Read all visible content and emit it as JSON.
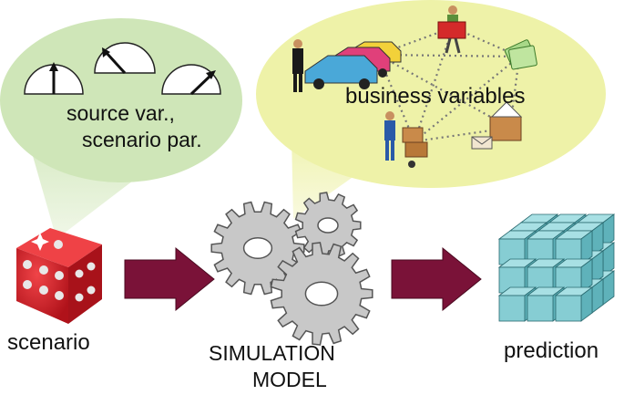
{
  "labels": {
    "source_line1": "source var.,",
    "source_line2": "scenario par.",
    "business": "business variables",
    "scenario": "scenario",
    "simulation_line1": "SIMULATION",
    "simulation_line2": "MODEL",
    "prediction": "prediction"
  },
  "colors": {
    "green_bubble": "#cfe6b8",
    "yellow_bubble": "#eef2a8",
    "dice": "#d81e23",
    "arrow": "#7a1238",
    "gear": "#c8c8c8",
    "cube": "#86cdd3"
  },
  "icons": [
    "gauge-icon",
    "dice-icon",
    "gear-icon",
    "arrow-icon",
    "cube-grid-icon",
    "car-icon",
    "person-icon",
    "package-icon",
    "money-icon",
    "mail-icon"
  ]
}
